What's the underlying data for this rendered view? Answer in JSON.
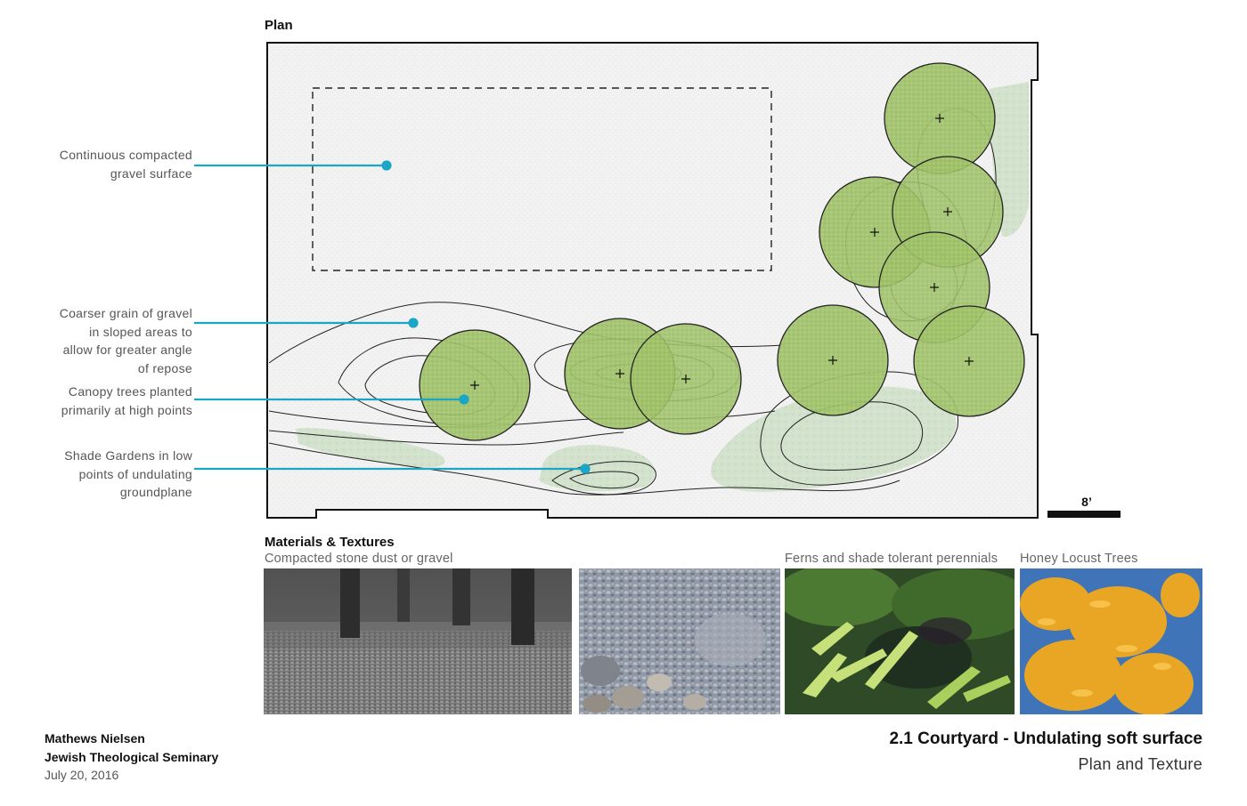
{
  "plan": {
    "title": "Plan",
    "callouts": [
      {
        "lines": [
          "Continuous compacted",
          "gravel surface"
        ]
      },
      {
        "lines": [
          "Coarser grain of gravel",
          "in sloped areas  to",
          "allow for greater angle",
          "of repose"
        ]
      },
      {
        "lines": [
          "Canopy trees planted",
          "primarily at high  points"
        ]
      },
      {
        "lines": [
          "Shade Gardens in low",
          "points of undulating",
          "groundplane"
        ]
      }
    ],
    "scale_label": "8’"
  },
  "materials": {
    "title": "Materials & Textures",
    "photos": [
      {
        "label": "Compacted stone dust or gravel",
        "subject": "gravel under trees (black and white)"
      },
      {
        "label": "",
        "subject": "gravel and pebbles close-up"
      },
      {
        "label": "Ferns and shade tolerant perennials",
        "subject": "ferns"
      },
      {
        "label": "Honey Locust Trees",
        "subject": "yellow honey locust leaves"
      }
    ]
  },
  "footer": {
    "firm": "Mathews Nielsen",
    "project": "Jewish Theological Seminary",
    "date": "July 20, 2016",
    "sheet_title": "2.1 Courtyard - Undulating soft surface",
    "sheet_subtitle": "Plan and Texture"
  },
  "colors": {
    "accent": "#1aa6c4",
    "tree_fill": "#a3c46b",
    "shade_garden": "#c7dcc0",
    "gravel": "#f1f1f1"
  }
}
